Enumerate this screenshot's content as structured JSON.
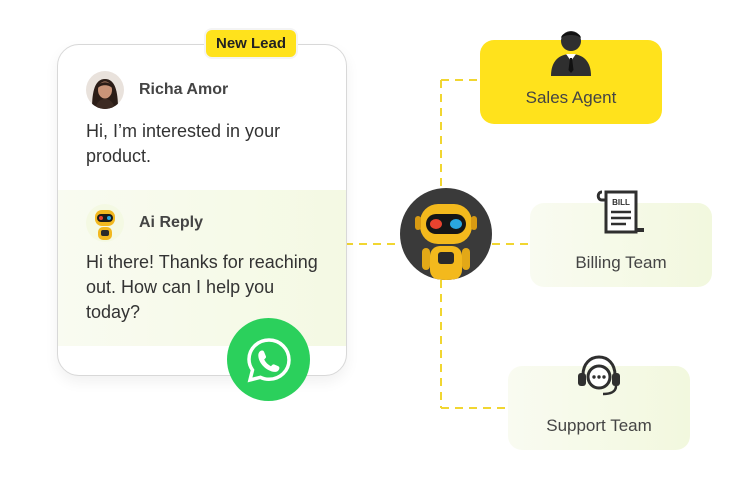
{
  "badge": {
    "label": "New Lead"
  },
  "user_message": {
    "name": "Richa Amor",
    "text": "Hi, I’m interested in your product."
  },
  "ai_message": {
    "name": "Ai Reply",
    "text": "Hi there! Thanks for reaching out. How can I help you today?"
  },
  "icons": {
    "whatsapp": "whatsapp-icon",
    "bot": "robot-avatar",
    "sales": "user-tie-icon",
    "billing": "bill-icon",
    "support": "headset-chat-icon"
  },
  "teams": [
    {
      "label": "Sales Agent"
    },
    {
      "label": "Billing Team"
    },
    {
      "label": "Support Team"
    }
  ],
  "colors": {
    "accent_yellow": "#ffe21c",
    "dash_yellow": "#f1d631",
    "whatsapp_green": "#2bd05c",
    "soft_green": "#f4f9e3"
  }
}
